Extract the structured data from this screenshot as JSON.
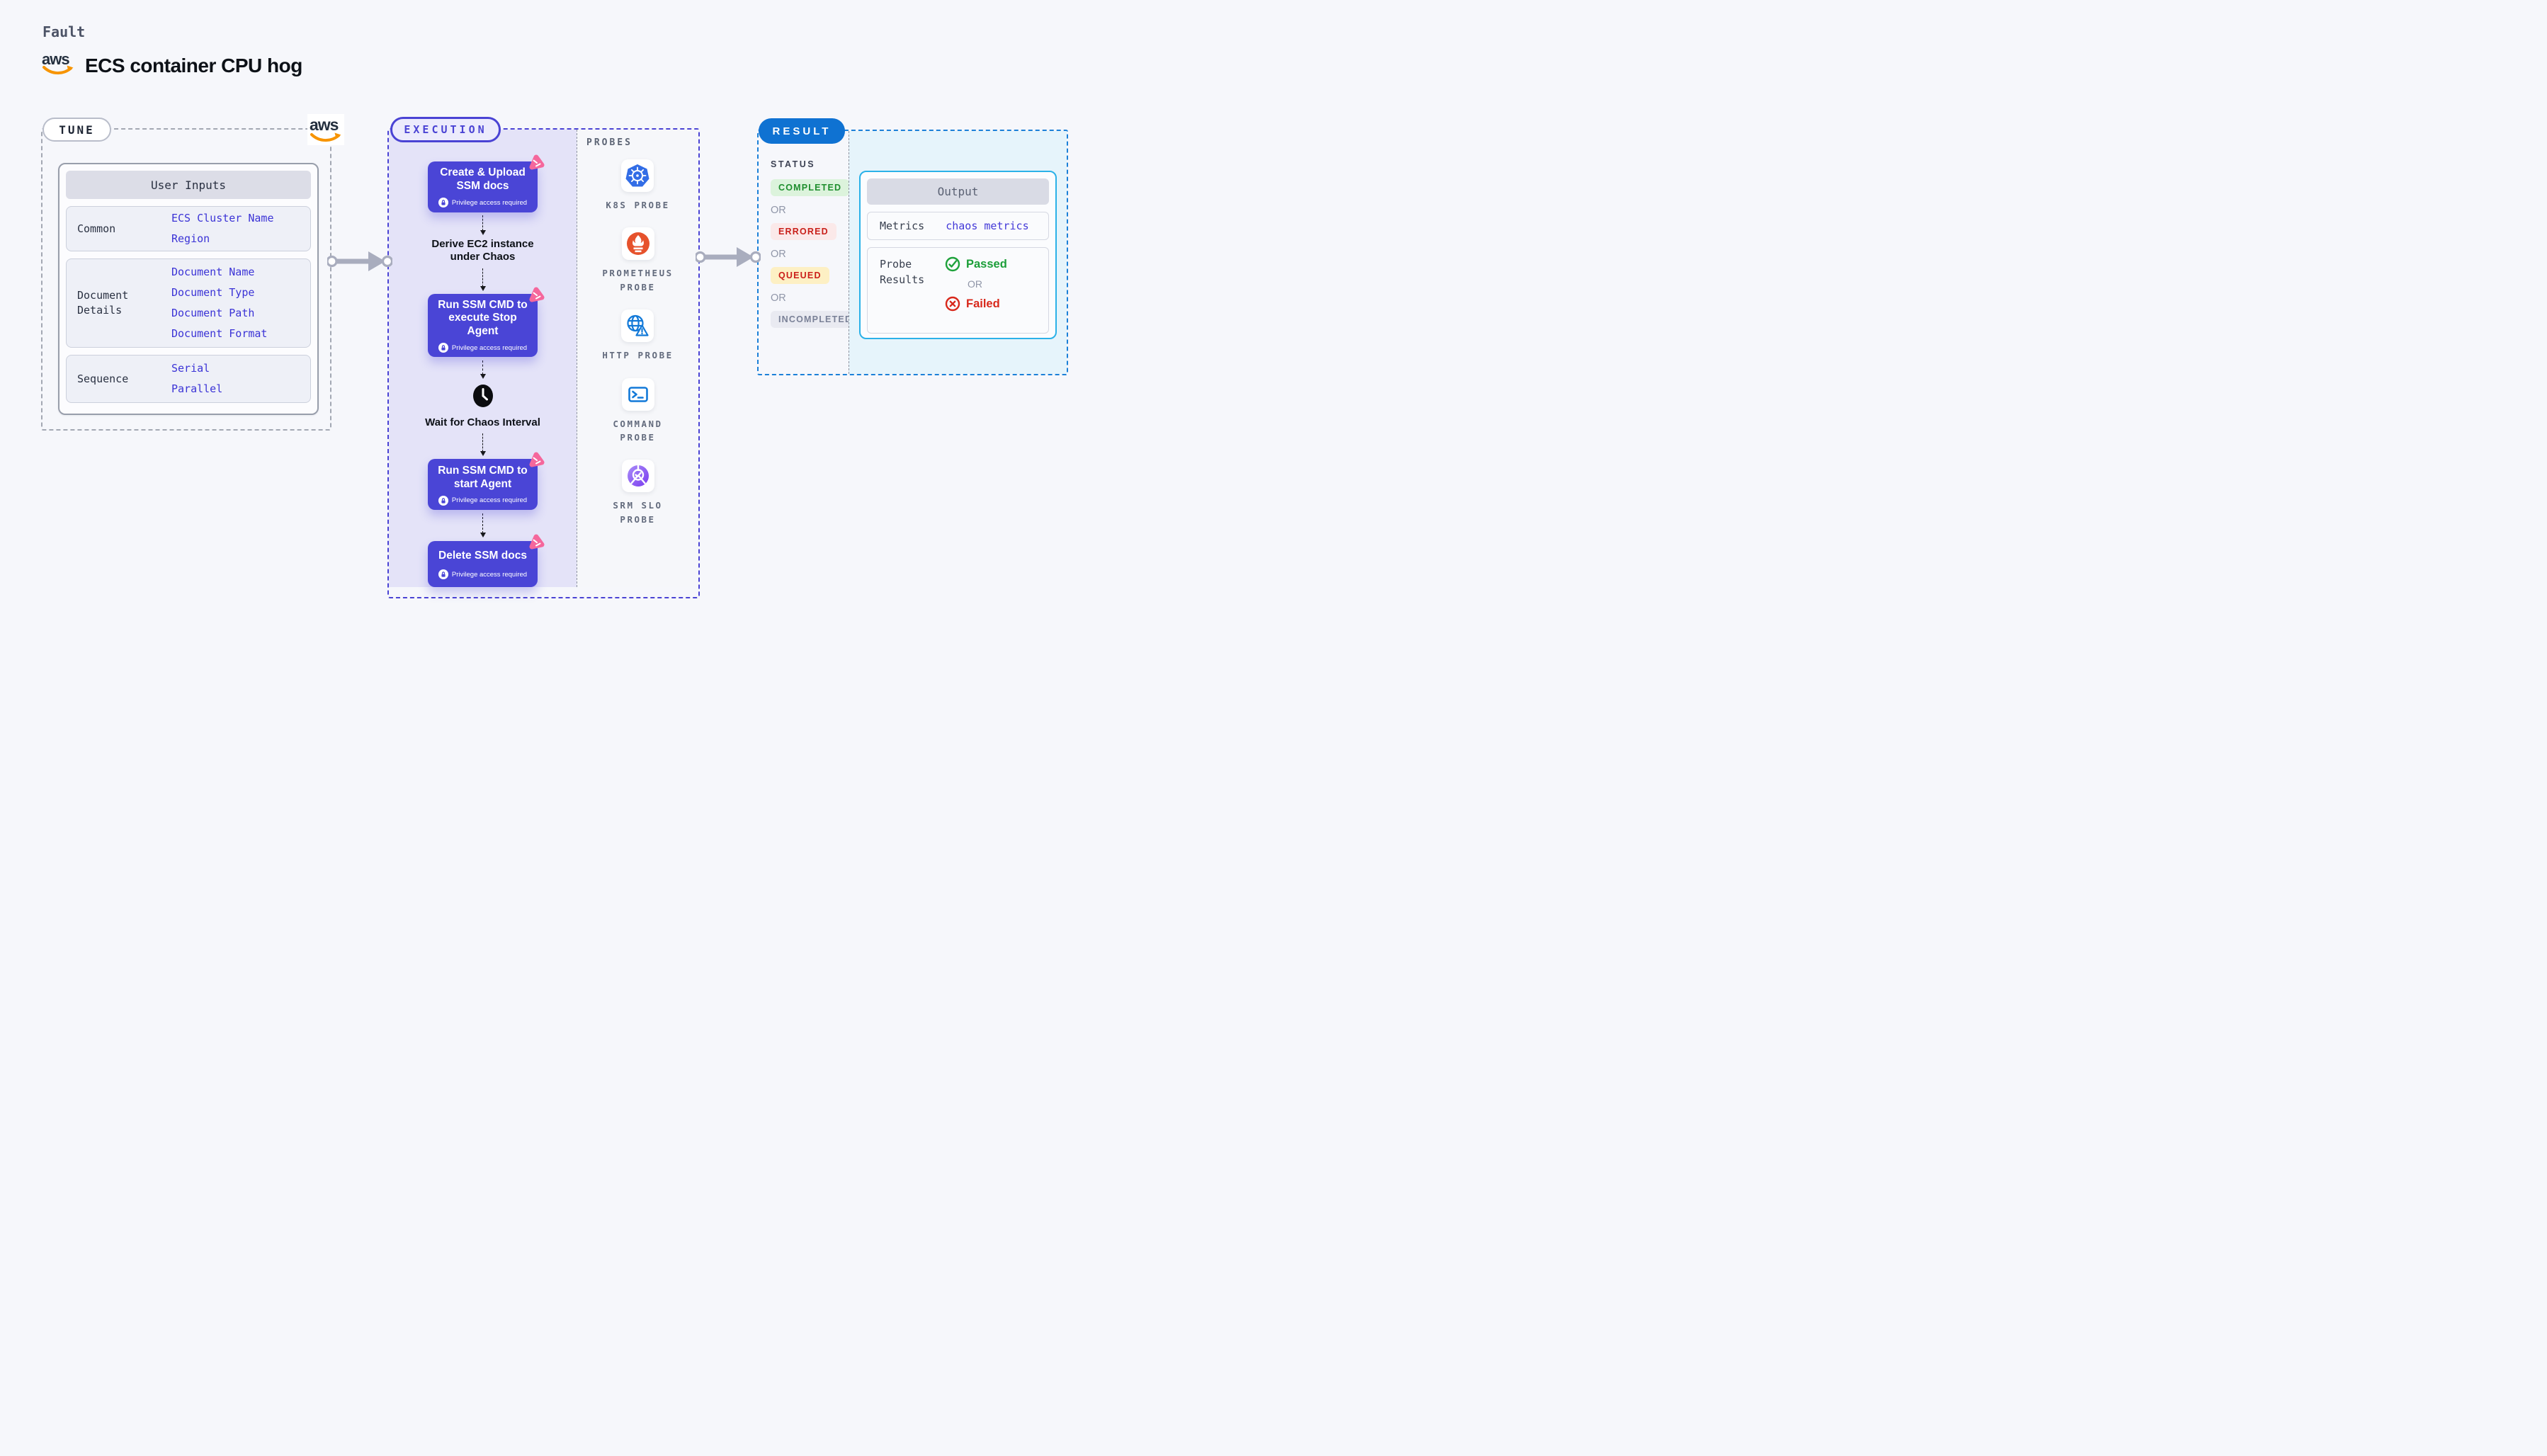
{
  "colors": {
    "page_bg": "#f6f7fb",
    "step_box": "#4a45d6",
    "execution_panel": "#e4e3f8",
    "execution_dash": "#4a43d4",
    "tune_dash": "#a3a8b3",
    "result_dash": "#1b80d8",
    "result_badge_bg": "#0f72d2",
    "output_border": "#2ab1e8",
    "result_panel_bg": "#e6f4fb",
    "value_text": "#3b33d6",
    "chaos_pink": "#f5679c",
    "aws_orange": "#f79400",
    "completed_green": "#1e8e2d",
    "errored_red": "#c8201a",
    "queued_red": "#cb1f1a",
    "incompleted_gray": "#7a8197",
    "passed_green": "#1b9e38",
    "failed_red": "#d8281b"
  },
  "header": {
    "kicker": "Fault",
    "title": "ECS container CPU hog",
    "aws_logo": "aws"
  },
  "tune": {
    "badge": "TUNE",
    "user_inputs": {
      "header": "User Inputs",
      "rows": [
        {
          "label": "Common",
          "values": [
            "ECS Cluster Name",
            "Region"
          ]
        },
        {
          "label": "Document Details",
          "values": [
            "Document Name",
            "Document Type",
            "Document Path",
            "Document Format"
          ]
        },
        {
          "label": "Sequence",
          "values": [
            "Serial",
            "Parallel"
          ]
        }
      ]
    }
  },
  "execution": {
    "badge": "EXECUTION",
    "privilege_badge": "Privilege access required",
    "steps": {
      "create_upload": "Create & Upload SSM docs",
      "derive": "Derive EC2 instance under Chaos",
      "stop_agent": "Run SSM CMD to execute Stop Agent",
      "wait": "Wait for Chaos Interval",
      "start_agent": "Run SSM CMD to start Agent",
      "delete_docs": "Delete SSM docs"
    }
  },
  "probes": {
    "label": "PROBES",
    "items": [
      {
        "name": "K8S PROBE",
        "icon": "kubernetes-icon"
      },
      {
        "name": "PROMETHEUS PROBE",
        "icon": "prometheus-icon"
      },
      {
        "name": "HTTP PROBE",
        "icon": "http-globe-warning-icon"
      },
      {
        "name": "COMMAND PROBE",
        "icon": "terminal-icon"
      },
      {
        "name": "SRM SLO PROBE",
        "icon": "srm-slo-icon"
      }
    ]
  },
  "result": {
    "badge": "RESULT",
    "status": {
      "label": "STATUS",
      "or": "OR",
      "items": [
        {
          "label": "COMPLETED",
          "type": "completed"
        },
        {
          "label": "ERRORED",
          "type": "errored"
        },
        {
          "label": "QUEUED",
          "type": "queued"
        },
        {
          "label": "INCOMPLETED",
          "type": "incompleted"
        }
      ]
    },
    "output": {
      "header": "Output",
      "metrics_label": "Metrics",
      "metrics_value": "chaos metrics",
      "probe_results_label": "Probe Results",
      "or": "OR",
      "passed": "Passed",
      "failed": "Failed"
    }
  }
}
